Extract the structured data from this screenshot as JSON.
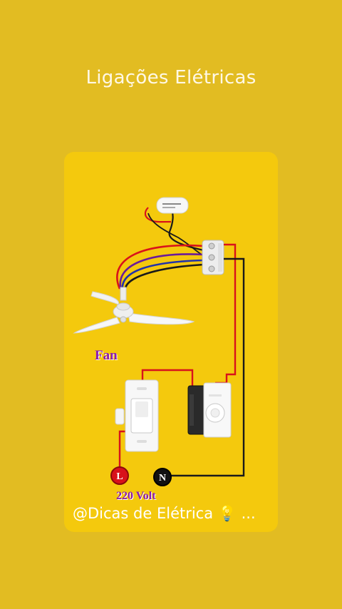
{
  "header": {
    "title": "Ligações Elétricas"
  },
  "diagram": {
    "fan_label": "Fan",
    "voltage_label": "220 Volt",
    "terminal_line": "L",
    "terminal_neutral": "N",
    "handle": "@Dicas de Elétrica 💡 ..."
  },
  "colors": {
    "background": "#E2BC22",
    "card": "#F4C90D",
    "wire_red": "#D8121B",
    "wire_black": "#1A1A1A",
    "wire_blue": "#2233AA",
    "wire_purple": "#6A1B9A",
    "label_purple": "#8A1BB0"
  }
}
